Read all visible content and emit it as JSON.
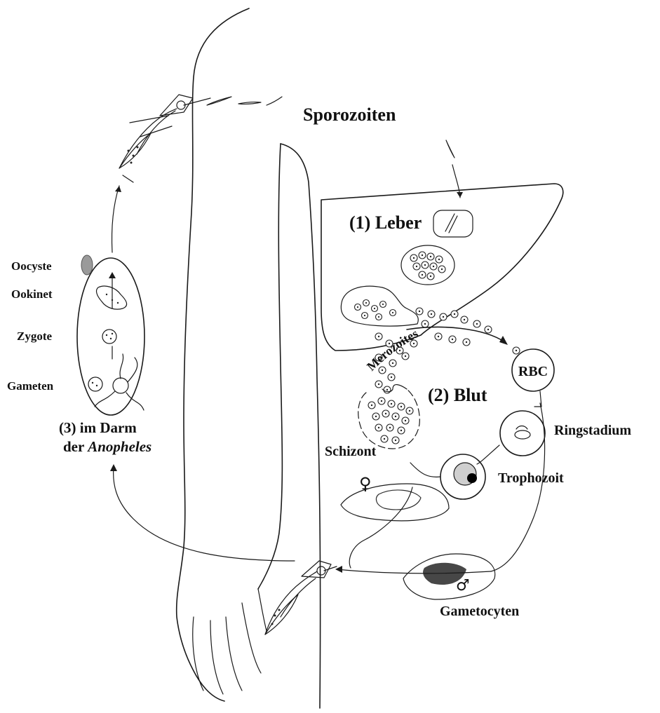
{
  "labels": {
    "sporozoiten": "Sporozoiten",
    "leber": "(1) Leber",
    "merozoites": "Merozoites",
    "rbc": "RBC",
    "blut": "(2) Blut",
    "ringstadium": "Ringstadium",
    "schizont": "Schizont",
    "trophozoit": "Trophozoit",
    "gametocyten": "Gametocyten",
    "oocyste": "Oocyste",
    "ookinet": "Ookinet",
    "zygote": "Zygote",
    "gameten": "Gameten",
    "darm_line1": "(3) im Darm",
    "darm_line2_prefix": "der ",
    "darm_line2_italic": "Anopheles",
    "female_symbol": "♀",
    "male_symbol": "♂"
  },
  "colors": {
    "ink": "#1a1a1a",
    "oocyste_fill": "#9a9a9a",
    "trophozoite_fill": "#cfcfcf",
    "parasite_nucleus": "#000000"
  }
}
